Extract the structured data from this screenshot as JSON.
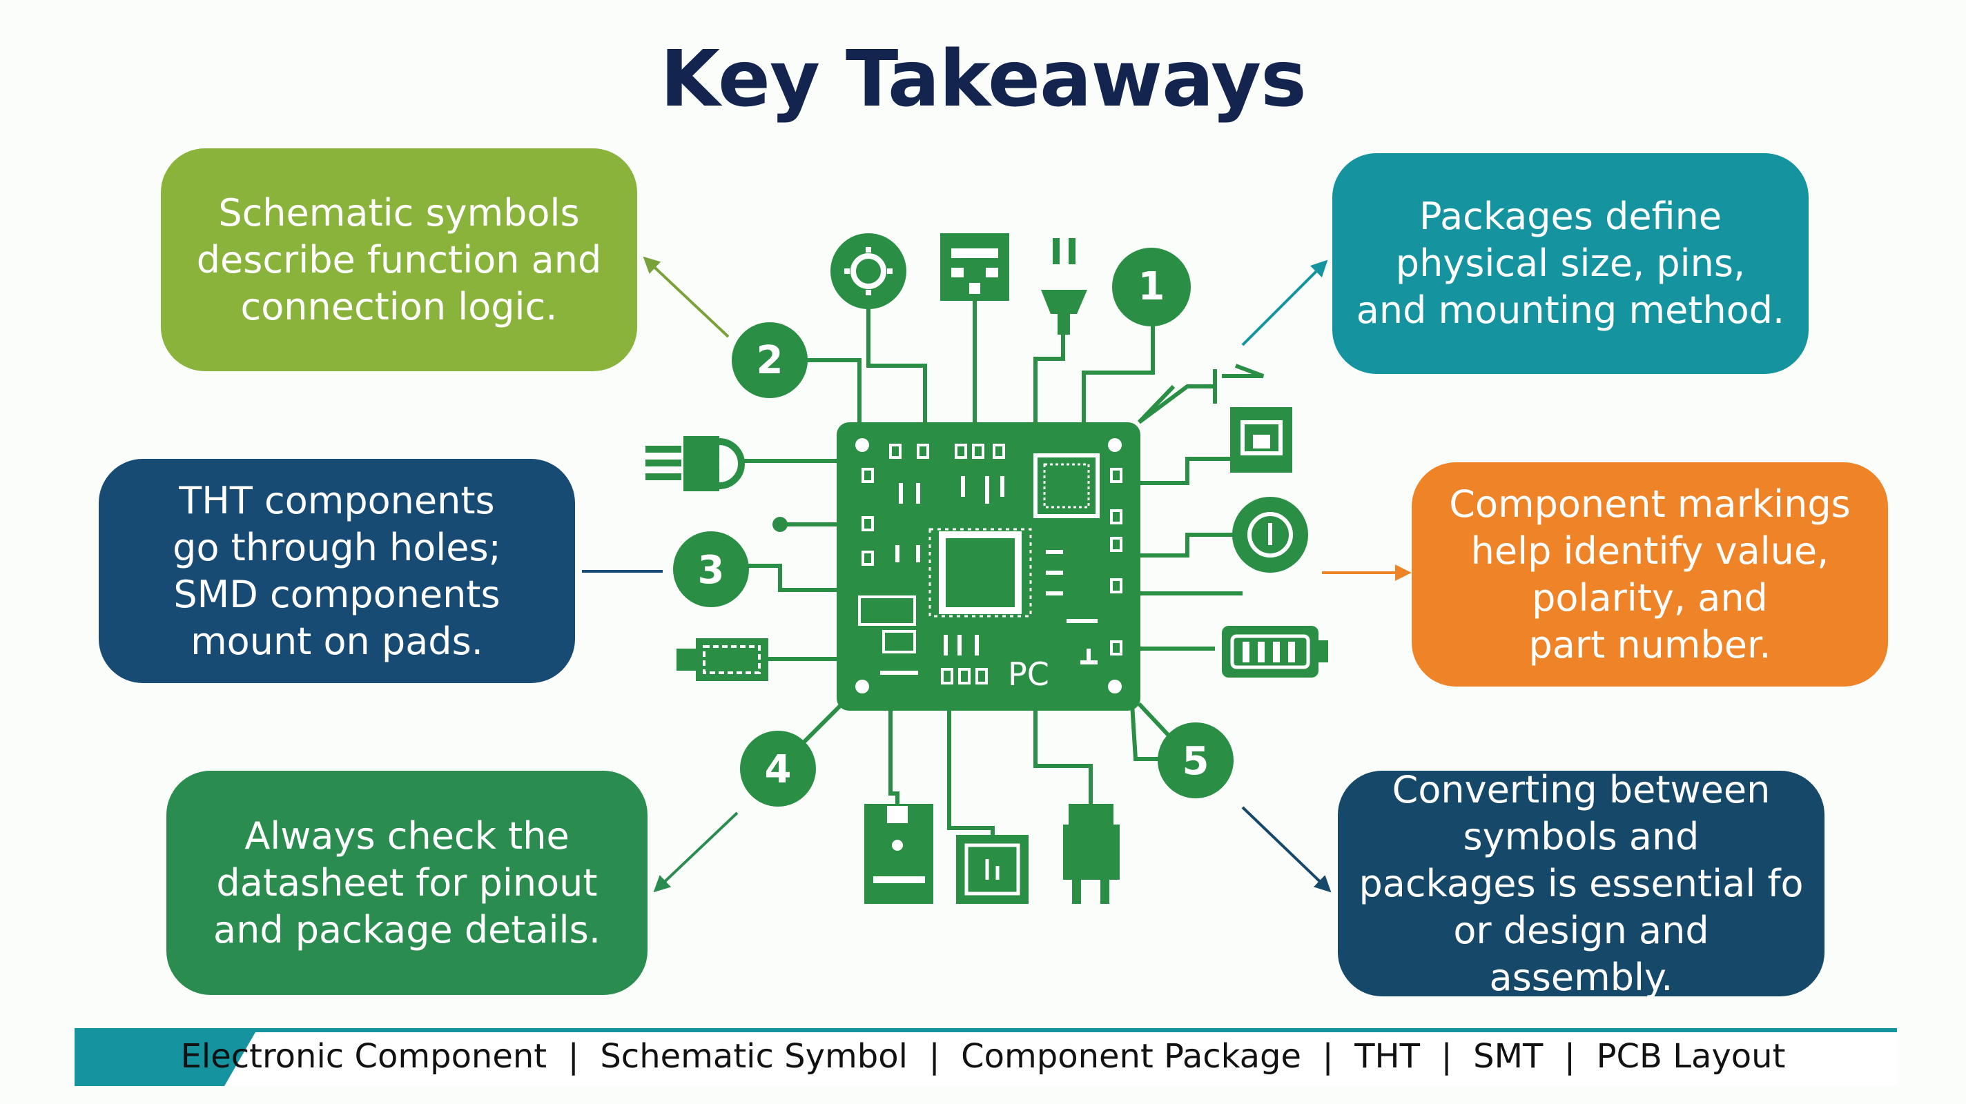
{
  "title": "Key Takeaways",
  "colors": {
    "green_light": "#8ab33c",
    "teal": "#15949f",
    "navy": "#174b74",
    "orange": "#ee8427",
    "green": "#2a8d4f",
    "navy_dark": "#154869",
    "pcb": "#2a8f45",
    "title": "#13244f"
  },
  "cards": {
    "top_left": "Schematic symbols\ndescribe function and\nconnection logic.",
    "top_right": "Packages define\nphysical size, pins,\nand mounting method.",
    "mid_left": "THT components\ngo through holes;\nSMD components\nmount on pads.",
    "mid_right": "Component markings\nhelp identify value,\npolarity, and\npart number.",
    "bottom_left": "Always check the\ndatasheet for pinout\nand package details.",
    "bottom_right": "Converting between\nsymbols and\npackages is essential fo\nor design and assembly."
  },
  "markers": [
    "1",
    "2",
    "3",
    "4",
    "5"
  ],
  "board_label": "PC",
  "footer": "Electronic Component  |  Schematic Symbol  |  Component Package  |  THT  |  SMT  |  PCB Layout",
  "icons": [
    "gear-icon",
    "ic-chip-icon",
    "plug-icon",
    "connector-icon",
    "switch-icon",
    "socket-icon",
    "dial-icon",
    "battery-icon",
    "capacitor-icon",
    "fuse-icon",
    "potentiometer-icon",
    "transistor-icon"
  ]
}
